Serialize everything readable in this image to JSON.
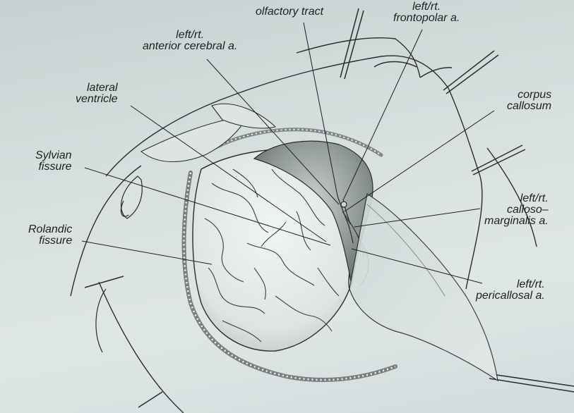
{
  "labels": {
    "olfactory_tract": "olfactory tract",
    "frontopolar": [
      "left/rt.",
      "frontopolar a."
    ],
    "anterior_cerebral": [
      "left/rt.",
      "anterior cerebral a."
    ],
    "lateral_ventricle": [
      "lateral",
      "ventricle"
    ],
    "corpus_callosum": [
      "corpus",
      "callosum"
    ],
    "sylvian_fissure": [
      "Sylvian",
      "fissure"
    ],
    "callosomarginalis": [
      "left/rt.",
      "calloso–",
      "marginalis a."
    ],
    "rolandic_fissure": [
      "Rolandic",
      "fissure"
    ],
    "pericallosal": [
      "left/rt.",
      "pericallosal a."
    ]
  },
  "colors": {
    "background": "#d7e0df",
    "line": "#1c1e20",
    "brain": "#e9edec",
    "shadow": "#9aa3a3"
  }
}
